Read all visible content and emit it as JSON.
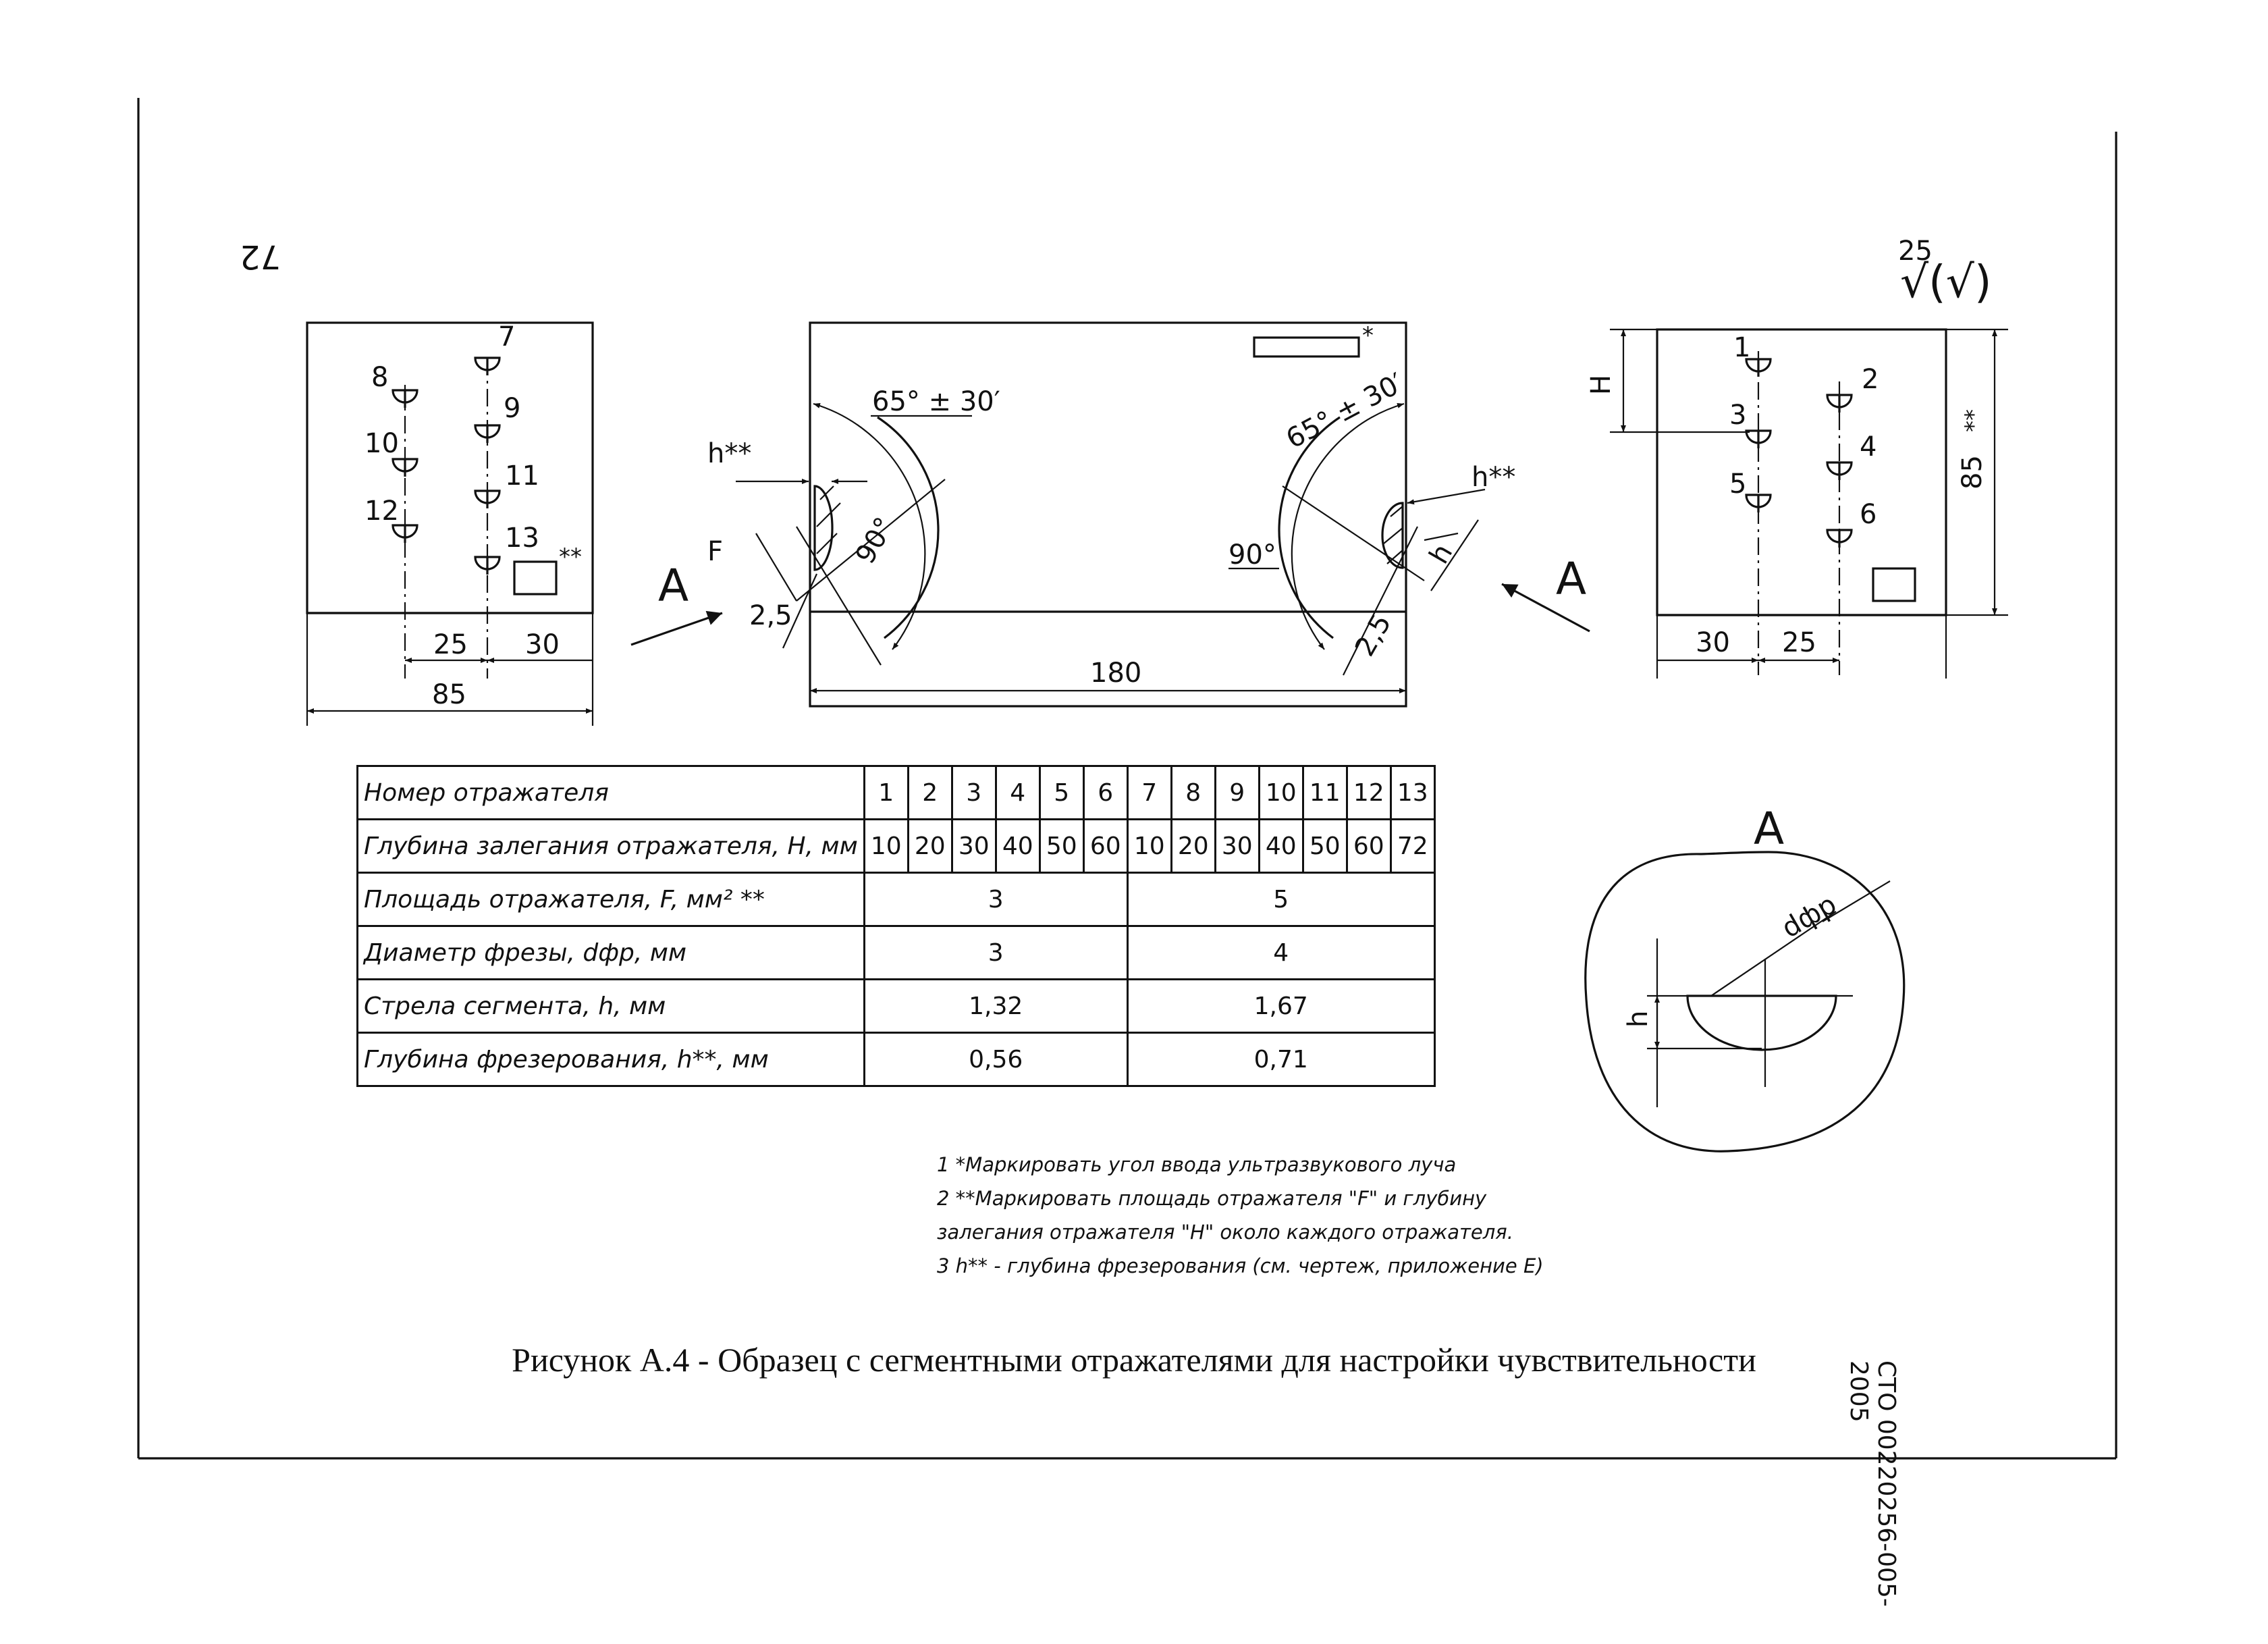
{
  "page_number": "72",
  "doc_code": "СТО 00220256-005-2005",
  "roughness_mark": {
    "value": "25",
    "symbol": "√(√)"
  },
  "left_view": {
    "labels": [
      "7",
      "8",
      "9",
      "10",
      "11",
      "12",
      "13"
    ],
    "marker": "**",
    "dims": [
      "25",
      "30",
      "85"
    ]
  },
  "front_view": {
    "angle_left": "65° ± 30′",
    "angle_right": "65° ± 30′",
    "h_left": "h**",
    "h_right": "h**",
    "F_label": "F",
    "h_small": "h",
    "angle_90_left": "90°",
    "angle_90_right": "90°",
    "dim_25_left": "2,5",
    "dim_25_right": "2,5",
    "view_A_left": "A",
    "view_A_right": "A",
    "length": "180",
    "label_marker": "*"
  },
  "right_view": {
    "labels": [
      "1",
      "2",
      "3",
      "4",
      "5",
      "6"
    ],
    "H": "H",
    "height": "85",
    "height_marker": "**",
    "dims": [
      "30",
      "25"
    ]
  },
  "detail_A": {
    "title": "A",
    "d_label": "dфр",
    "h_label": "h"
  },
  "table": {
    "rows": [
      {
        "label": "Номер отражателя",
        "cells": [
          "1",
          "2",
          "3",
          "4",
          "5",
          "6",
          "7",
          "8",
          "9",
          "10",
          "11",
          "12",
          "13"
        ]
      },
      {
        "label": "Глубина залегания отражателя, H, мм",
        "cells": [
          "10",
          "20",
          "30",
          "40",
          "50",
          "60",
          "10",
          "20",
          "30",
          "40",
          "50",
          "60",
          "72"
        ]
      },
      {
        "label": "Площадь отражателя, F, мм² **",
        "groups": [
          "3",
          "5"
        ]
      },
      {
        "label": "Диаметр фрезы, dфр, мм",
        "groups": [
          "3",
          "4"
        ]
      },
      {
        "label": "Стрела сегмента, h, мм",
        "groups": [
          "1,32",
          "1,67"
        ]
      },
      {
        "label": "Глубина фрезерования, h**, мм",
        "groups": [
          "0,56",
          "0,71"
        ]
      }
    ]
  },
  "notes": [
    "1 *Маркировать угол ввода ультразвукового луча",
    "2 **Маркировать площадь отражателя \"F\" и глубину",
    "залегания отражателя \"H\" около каждого отражателя.",
    "3 h** - глубина фрезерования (см. чертеж, приложение Е)"
  ],
  "caption": "Рисунок А.4 - Образец с сегментными отражателями для настройки чувствительности"
}
